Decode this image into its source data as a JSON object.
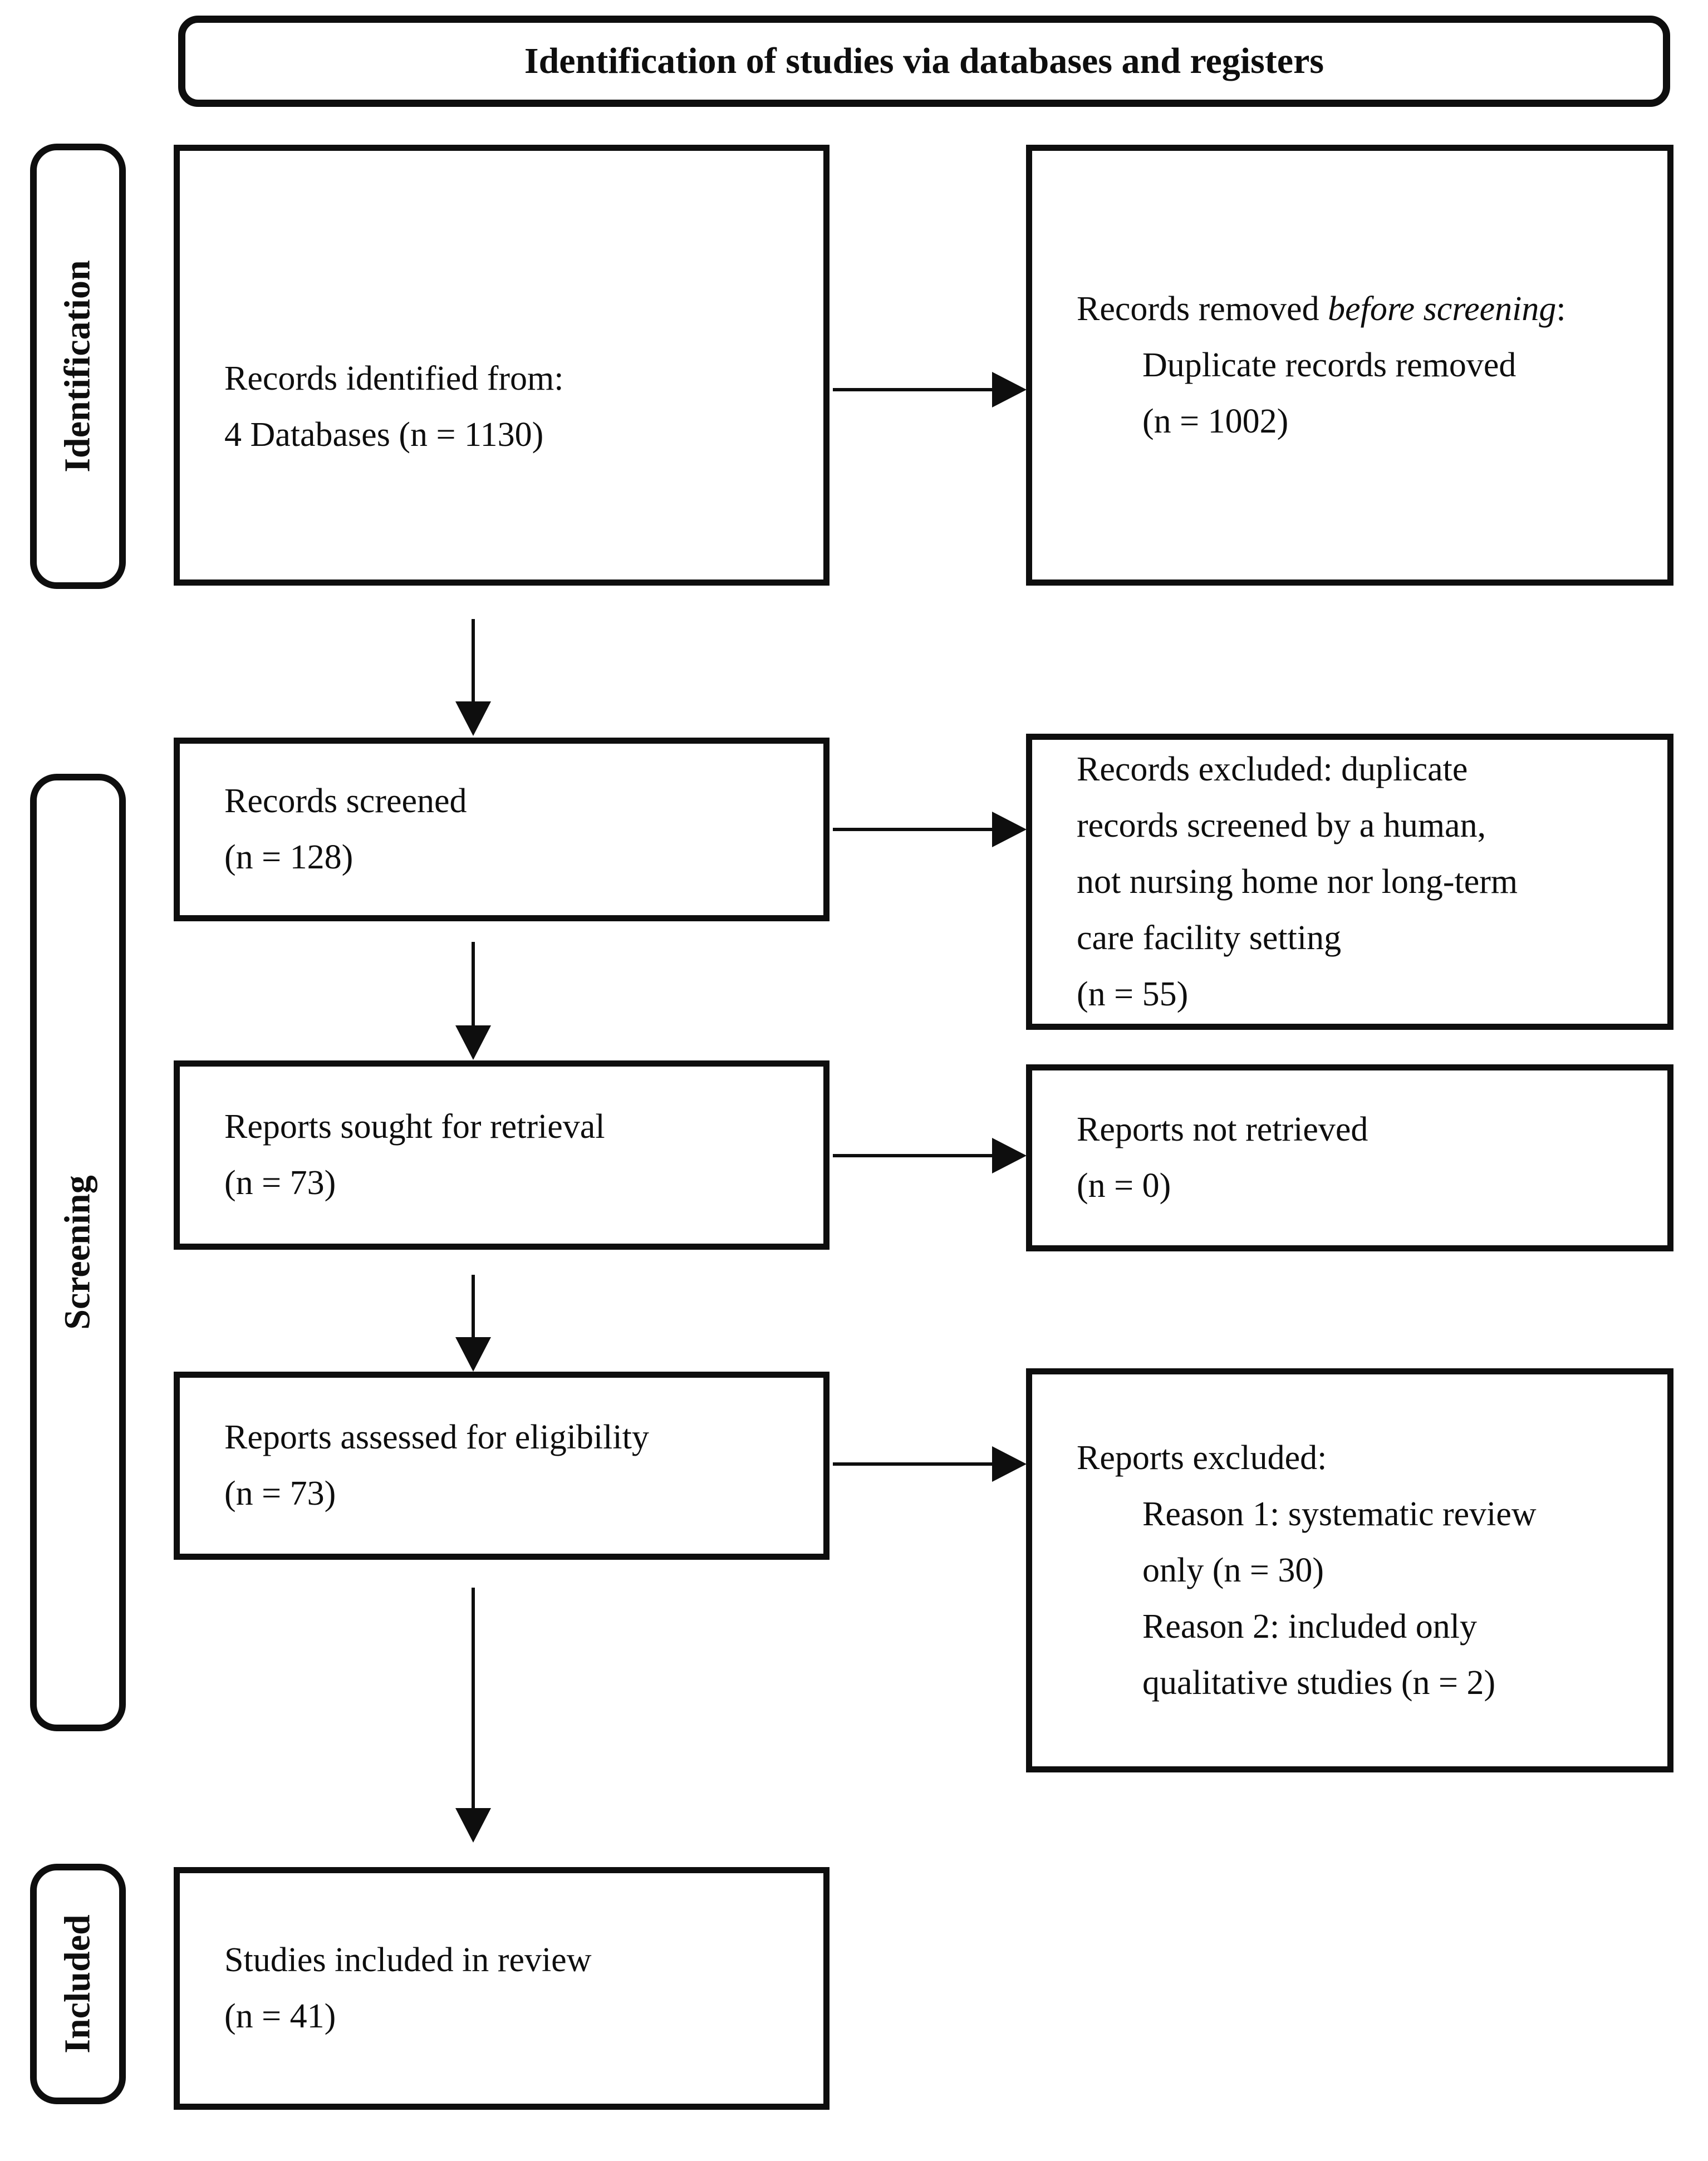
{
  "header": {
    "title": "Identification of studies via databases and registers"
  },
  "stages": [
    {
      "label": "Identification"
    },
    {
      "label": "Screening"
    },
    {
      "label": "Included"
    }
  ],
  "flow": {
    "left": [
      {
        "name": "records-identified",
        "lines": [
          {
            "text": "Records identified from:"
          },
          {
            "text": "4 Databases (n = 1130)"
          }
        ]
      },
      {
        "name": "records-screened",
        "lines": [
          {
            "text": "Records screened"
          },
          {
            "text": "(n = 128)"
          }
        ]
      },
      {
        "name": "reports-sought",
        "lines": [
          {
            "text": "Reports sought for retrieval"
          },
          {
            "text": "(n = 73)"
          }
        ]
      },
      {
        "name": "reports-assessed",
        "lines": [
          {
            "text": "Reports assessed for eligibility"
          },
          {
            "text": "(n = 73)"
          }
        ]
      },
      {
        "name": "studies-included",
        "lines": [
          {
            "text": "Studies included in review"
          },
          {
            "text": "(n = 41)"
          }
        ]
      }
    ],
    "right": [
      {
        "name": "records-removed-before-screening",
        "lines": [
          {
            "parts": [
              {
                "text": "Records removed "
              },
              {
                "text": "before screening",
                "italic": true
              },
              {
                "text": ":"
              }
            ]
          },
          {
            "text": "Duplicate records removed",
            "indent": true
          },
          {
            "text": "(n = 1002)",
            "indent": true
          }
        ]
      },
      {
        "name": "records-excluded",
        "lines": [
          {
            "text": "Records excluded: duplicate"
          },
          {
            "text": "records screened by a human,"
          },
          {
            "text": "not nursing home nor long-term"
          },
          {
            "text": "care facility setting"
          },
          {
            "text": "(n = 55)"
          }
        ]
      },
      {
        "name": "reports-not-retrieved",
        "lines": [
          {
            "text": "Reports not retrieved"
          },
          {
            "text": "(n = 0)"
          }
        ]
      },
      {
        "name": "reports-excluded",
        "lines": [
          {
            "text": "Reports excluded:"
          },
          {
            "text": "Reason 1: systematic review",
            "indent": true
          },
          {
            "text": "only (n = 30)",
            "indent": true
          },
          {
            "text": "Reason 2: included only",
            "indent": true
          },
          {
            "text": "qualitative studies (n = 2)",
            "indent": true
          }
        ]
      }
    ]
  },
  "colors": {
    "ink": "#0e0e0e",
    "background": "#ffffff"
  }
}
